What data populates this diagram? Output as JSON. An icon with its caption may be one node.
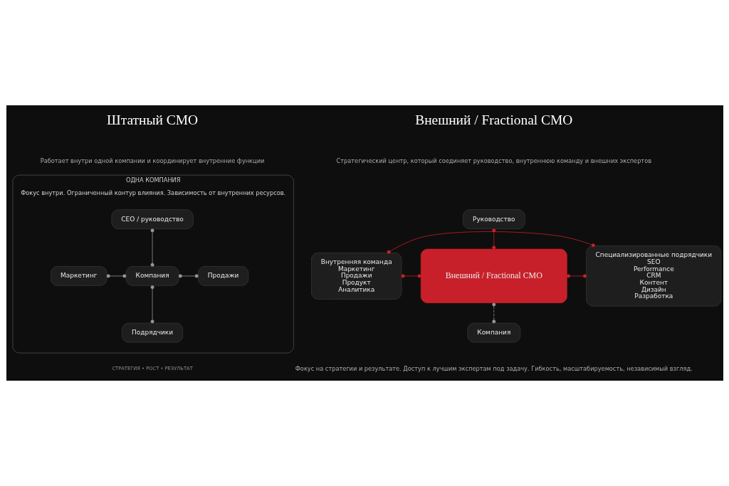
{
  "diagram": {
    "nodes": [
      {
        "text": [
          "ОДНА КОМПАНИЯ",
          "Фокус внутри. Ограниченный контур влияния. Зависимость от внутренних ресурсов."
        ]
      },
      {
        "text": [
          "CEO / руководство"
        ],
        "in": 0
      },
      {
        "text": [
          "Маркетинг"
        ],
        "in": 0
      },
      {
        "text": [
          "Компания"
        ],
        "in": 0
      },
      {
        "text": [
          "Продажи"
        ],
        "in": 0
      },
      {
        "text": [
          "Подрядчики"
        ],
        "in": 0
      },
      {
        "text": [
          "Руководство"
        ]
      },
      {
        "text": [
          "Внутренняя команда",
          "Маркетинг",
          "Продажи",
          "Продукт",
          "Аналитика"
        ]
      },
      {
        "text": [
          "Внешний / Fractional CMO"
        ]
      },
      {
        "text": [
          "Специализированные подрядчики",
          "SEO",
          "Performance",
          "CRM",
          "Контент",
          "Дизайн",
          "Разработка"
        ]
      },
      {
        "text": [
          "Компания"
        ]
      }
    ],
    "edges": [
      {
        "from": 1,
        "to": 3,
        "arrow": "other"
      },
      {
        "from": 2,
        "to": 3,
        "arrow": "other"
      },
      {
        "from": 3,
        "to": 4,
        "arrow": "other"
      },
      {
        "from": 3,
        "to": 5,
        "arrow": "other"
      },
      {
        "from": 6,
        "to": 8,
        "arrow": "other",
        "color": "#d0202a"
      },
      {
        "from": 7,
        "to": 8,
        "arrow": "other",
        "color": "#d0202a"
      },
      {
        "from": 8,
        "to": 9,
        "arrow": "other",
        "color": "#d0202a"
      },
      {
        "from": 8,
        "to": 10,
        "arrow": "other",
        "style": "dashed"
      },
      {
        "from": 7,
        "to": 9,
        "arrow": "other",
        "color": "#d0202a"
      }
    ],
    "labels": [
      "Штатный CMO",
      "Работает внутри одной компании и координирует внутренние функции",
      "Внешний / Fractional CMO",
      "Стратегический центр, который соединяет руководство, внутреннюю команду и внешних экспертов",
      "Фокус на стратегии и результате. Доступ к лучшим экспертам под задачу. Гибкость, масштабируемость, независимый взгляд.",
      "СТРАТЕГИЯ • РОСТ • РЕЗУЛЬТАТ"
    ]
  }
}
